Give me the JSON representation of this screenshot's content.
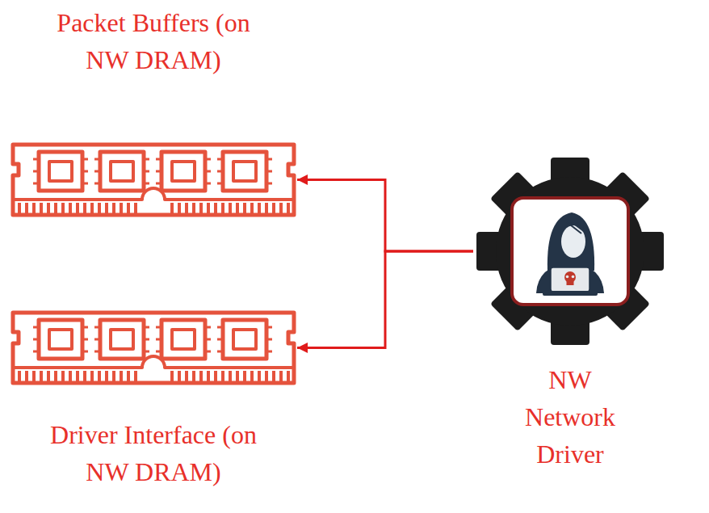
{
  "diagram": {
    "nodes": [
      {
        "text": [
          "Packet Buffers (on NW DRAM)"
        ]
      },
      {
        "text": [
          "Driver Interface (on NW DRAM)"
        ]
      },
      {
        "text": [
          "NW Network Driver"
        ]
      }
    ],
    "edges": [
      {
        "from": 2,
        "to": 0,
        "arrow": "to"
      },
      {
        "from": 2,
        "to": 1,
        "arrow": "to"
      }
    ]
  }
}
